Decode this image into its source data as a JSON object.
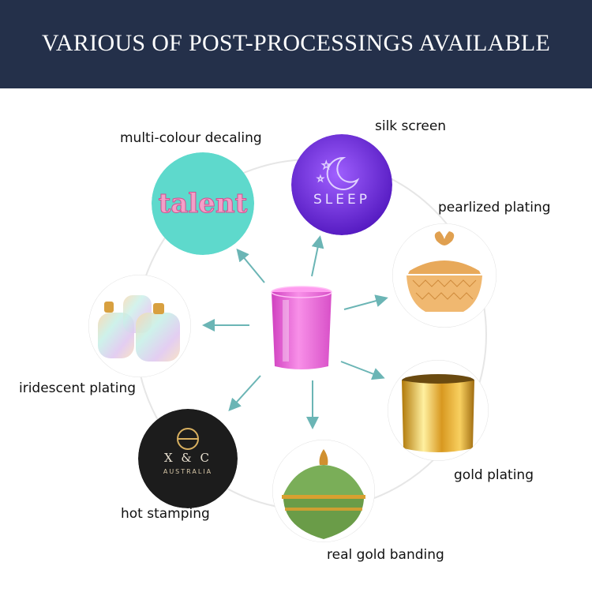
{
  "banner": {
    "title": "VARIOUS OF POST-PROCESSINGS AVAILABLE",
    "background": "#24304a"
  },
  "center_item": {
    "name": "pink glass candle jar",
    "color": "#f06ad8"
  },
  "accent_color": "#69b8b8",
  "techniques": [
    {
      "id": "multi-colour-decaling",
      "label": "multi-colour decaling",
      "sample_text": "talent",
      "color": "#5ed9cc"
    },
    {
      "id": "silk-screen",
      "label": "silk screen",
      "sample_text": "SLEEP",
      "color": "#7a3fe0"
    },
    {
      "id": "pearlized-plating",
      "label": "pearlized plating",
      "color": "#e8a95a"
    },
    {
      "id": "iridescent-plating",
      "label": "iridescent plating",
      "color": "#d8e8f0"
    },
    {
      "id": "gold-plating",
      "label": "gold plating",
      "color": "#e8b030"
    },
    {
      "id": "hot-stamping",
      "label": "hot stamping",
      "sample_logo": "X & C",
      "sample_subtext": "AUSTRALIA",
      "color": "#1c1c1c"
    },
    {
      "id": "real-gold-banding",
      "label": "real gold banding",
      "color": "#6aa048"
    }
  ]
}
